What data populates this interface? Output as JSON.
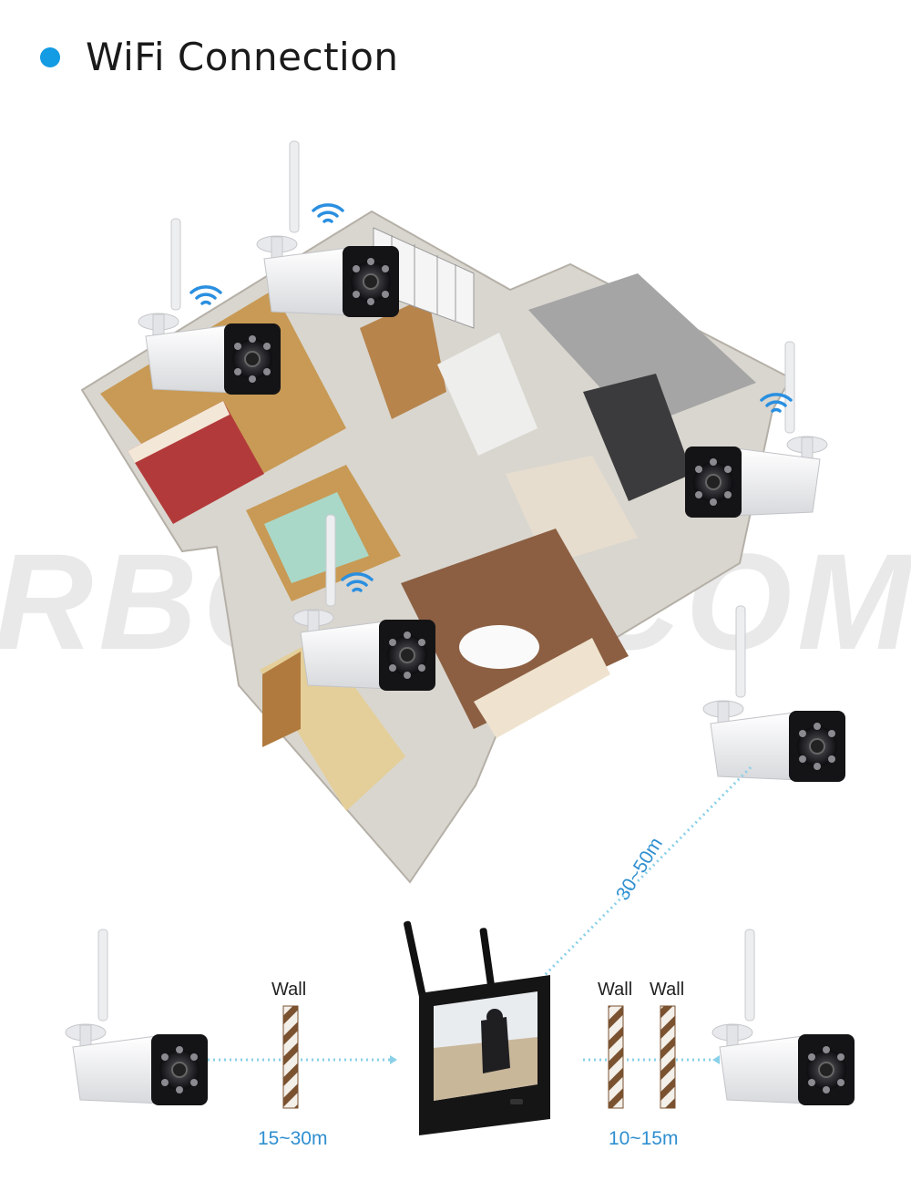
{
  "header": {
    "title": "WiFi Connection"
  },
  "watermark": "RBCOM.COM",
  "walls": {
    "left": "Wall",
    "right_1": "Wall",
    "right_2": "Wall"
  },
  "distances": {
    "left": "15~30m",
    "right": "10~15m",
    "diagonal": "30~50m"
  },
  "colors": {
    "accent": "#139be3",
    "distance_text": "#2f8fd0",
    "wall_stripe": "#7a5230"
  }
}
